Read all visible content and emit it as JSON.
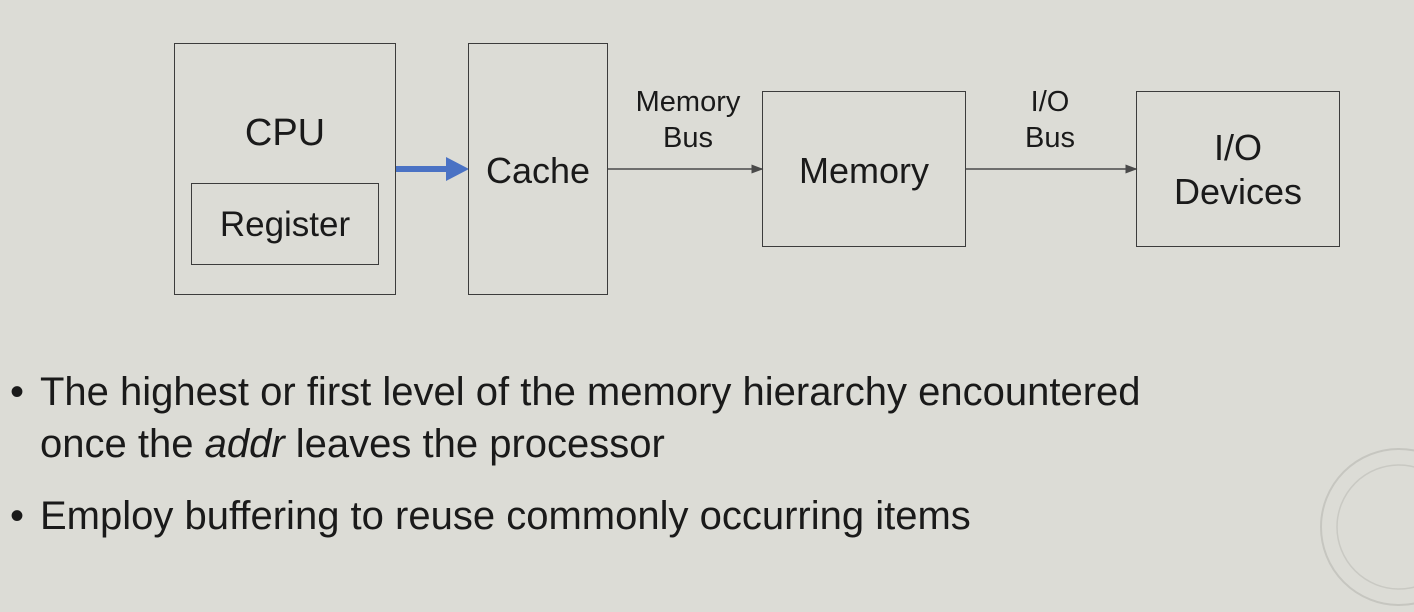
{
  "diagram": {
    "cpu_label": "CPU",
    "register_label": "Register",
    "cache_label": "Cache",
    "memory_bus_label_line1": "Memory",
    "memory_bus_label_line2": "Bus",
    "memory_label": "Memory",
    "io_bus_label_line1": "I/O",
    "io_bus_label_line2": "Bus",
    "io_devices_line1": "I/O",
    "io_devices_line2": "Devices",
    "colors": {
      "cpu_to_cache_arrow": "#4a72c4",
      "connector_line": "#4a4a4a"
    }
  },
  "bullets": [
    {
      "line1": "The highest or first level of the memory hierarchy encountered",
      "line2_before": "once the ",
      "line2_emphasis": "addr",
      "line2_after": " leaves the processor"
    },
    {
      "line1": "Employ buffering to reuse commonly occurring items"
    }
  ]
}
